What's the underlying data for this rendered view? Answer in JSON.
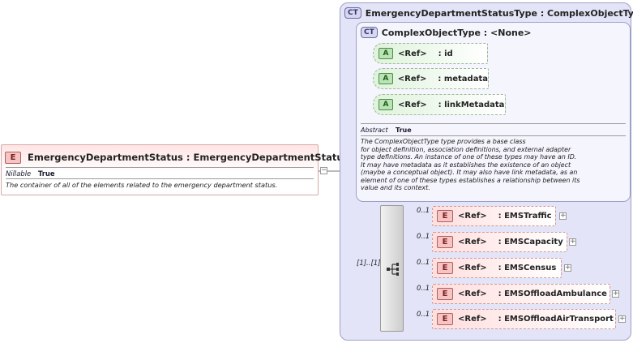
{
  "root_element": {
    "badge": "E",
    "title": "EmergencyDepartmentStatus : EmergencyDepartmentStatusType",
    "props": [
      {
        "key": "Nillable",
        "value": "True"
      }
    ],
    "documentation": "The container of all of the elements related to the emergency department status."
  },
  "outer_type": {
    "badge": "CT",
    "title": "EmergencyDepartmentStatusType : ComplexObjectType"
  },
  "base_type": {
    "badge": "CT",
    "title": "ComplexObjectType : <None>",
    "attributes": [
      {
        "badge": "A",
        "ref": "<Ref>",
        "name": ": id"
      },
      {
        "badge": "A",
        "ref": "<Ref>",
        "name": ": metadata"
      },
      {
        "badge": "A",
        "ref": "<Ref>",
        "name": ": linkMetadata"
      }
    ],
    "abstract_key": "Abstract",
    "abstract_value": "True",
    "documentation_lines": [
      "The ComplexObjectType type provides a base class",
      "for object definition, association definitions, and external adapter",
      "type definitions. An instance of one of these types may have an ID.",
      "It may have metadata as it establishes the existence of an object",
      "(maybe a conceptual object). It may also have link metadata, as an",
      "element of one of these types establishes a relationship between its",
      "value and its context."
    ]
  },
  "sequence": {
    "cardinality": "[1]..[1]",
    "icon": "sequence-icon",
    "elements": [
      {
        "badge": "E",
        "ref": "<Ref>",
        "name": ": EMSTraffic",
        "card": "0..1",
        "expander": "+"
      },
      {
        "badge": "E",
        "ref": "<Ref>",
        "name": ": EMSCapacity",
        "card": "0..1",
        "expander": "+"
      },
      {
        "badge": "E",
        "ref": "<Ref>",
        "name": ": EMSCensus",
        "card": "0..1",
        "expander": "+"
      },
      {
        "badge": "E",
        "ref": "<Ref>",
        "name": ": EMSOffloadAmbulance",
        "card": "0..1",
        "expander": "+"
      },
      {
        "badge": "E",
        "ref": "<Ref>",
        "name": ": EMSOffloadAirTransport",
        "card": "0..1",
        "expander": "+"
      }
    ]
  },
  "connector_toggle": "−",
  "colors": {
    "element_fill": "#ffdede",
    "attribute_fill": "#dff3dc",
    "complex_type_fill": "#e3e4f7"
  }
}
